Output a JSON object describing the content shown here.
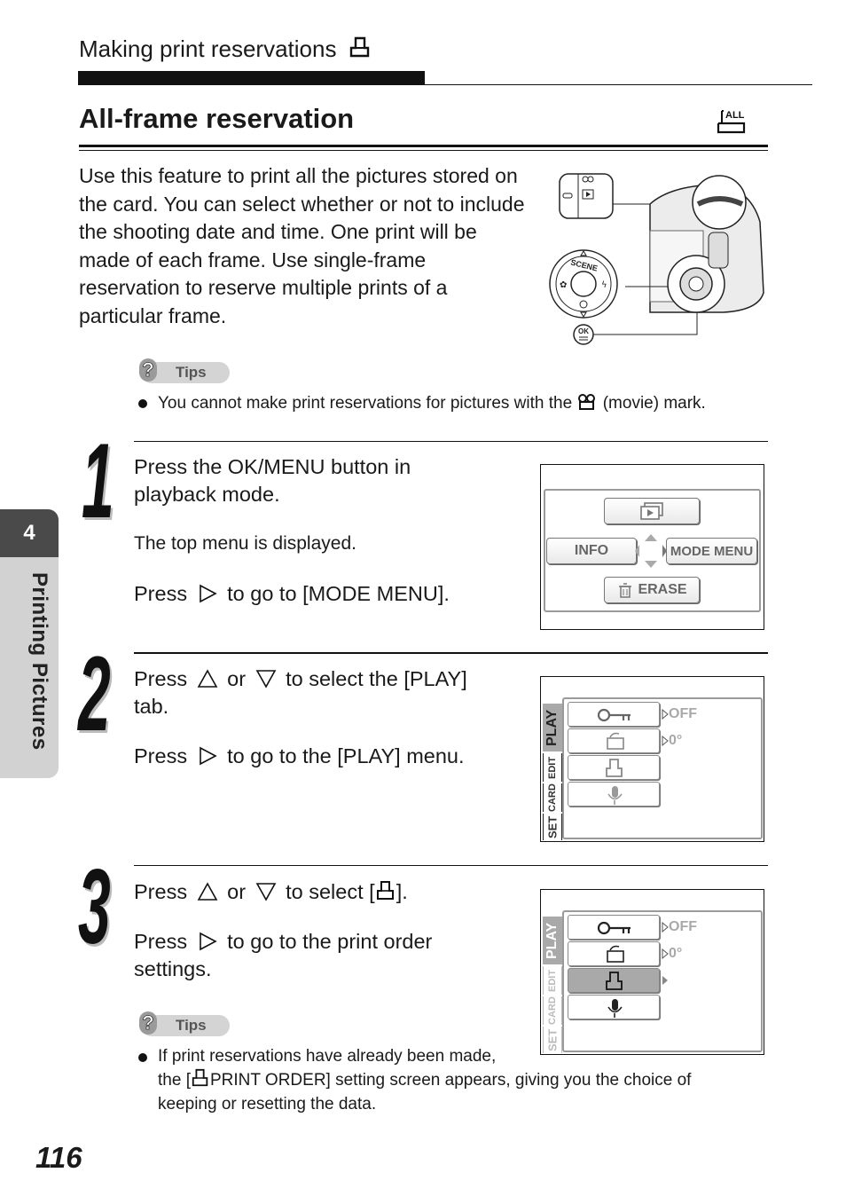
{
  "header": {
    "section_title": "Making print reservations",
    "page_title": "All-frame reservation"
  },
  "intro": "Use this feature to print all the pictures stored on the card. You can select whether or not to include the shooting date and time. One print will be made of each frame. Use single-frame reservation to reserve multiple prints of a particular frame.",
  "camera": {
    "scene_label": "SCENE",
    "ok_label": "OK"
  },
  "tips1": {
    "label": "Tips",
    "text_before": "You cannot make print reservations for pictures with the",
    "text_after": "(movie) mark."
  },
  "steps": [
    {
      "number": "1",
      "line1": "Press the OK/MENU button in",
      "line2": "playback mode.",
      "note": "The top menu is displayed.",
      "press_word": "Press",
      "press_rest": "to go to [MODE MENU]."
    },
    {
      "number": "2",
      "a_press": "Press",
      "a_or": "or",
      "a_rest": "to select the [PLAY]",
      "a_line2": "tab.",
      "b_press": "Press",
      "b_rest": "to go to the [PLAY] menu."
    },
    {
      "number": "3",
      "a_press": "Press",
      "a_or": "or",
      "a_rest_1": "to select [",
      "a_rest_2": "].",
      "b_press": "Press",
      "b_rest": "to go to the print order",
      "b_line2": "settings."
    }
  ],
  "screen1": {
    "info": "INFO",
    "mode_menu": "MODE MENU",
    "erase": "ERASE"
  },
  "screen2": {
    "tabs": [
      "PLAY",
      "EDIT",
      "CARD",
      "SET"
    ],
    "off": "OFF",
    "rotate": "0°"
  },
  "screen3": {
    "tabs": [
      "PLAY",
      "EDIT",
      "CARD",
      "SET"
    ],
    "off": "OFF",
    "rotate": "0°"
  },
  "tips2": {
    "label": "Tips",
    "line1": "If print reservations have already been made,",
    "line2_pre": "the [",
    "line2_post": "PRINT ORDER] setting screen appears, giving you the choice of",
    "line3": "keeping or resetting the data."
  },
  "side_tab": {
    "chapter": "4",
    "label": "Printing Pictures"
  },
  "page_number": "116",
  "colors": {
    "side_tab_bg": "#d2d2d2",
    "side_num_bg": "#4a4a4a",
    "tips_badge_bg": "#d4d4d4"
  }
}
